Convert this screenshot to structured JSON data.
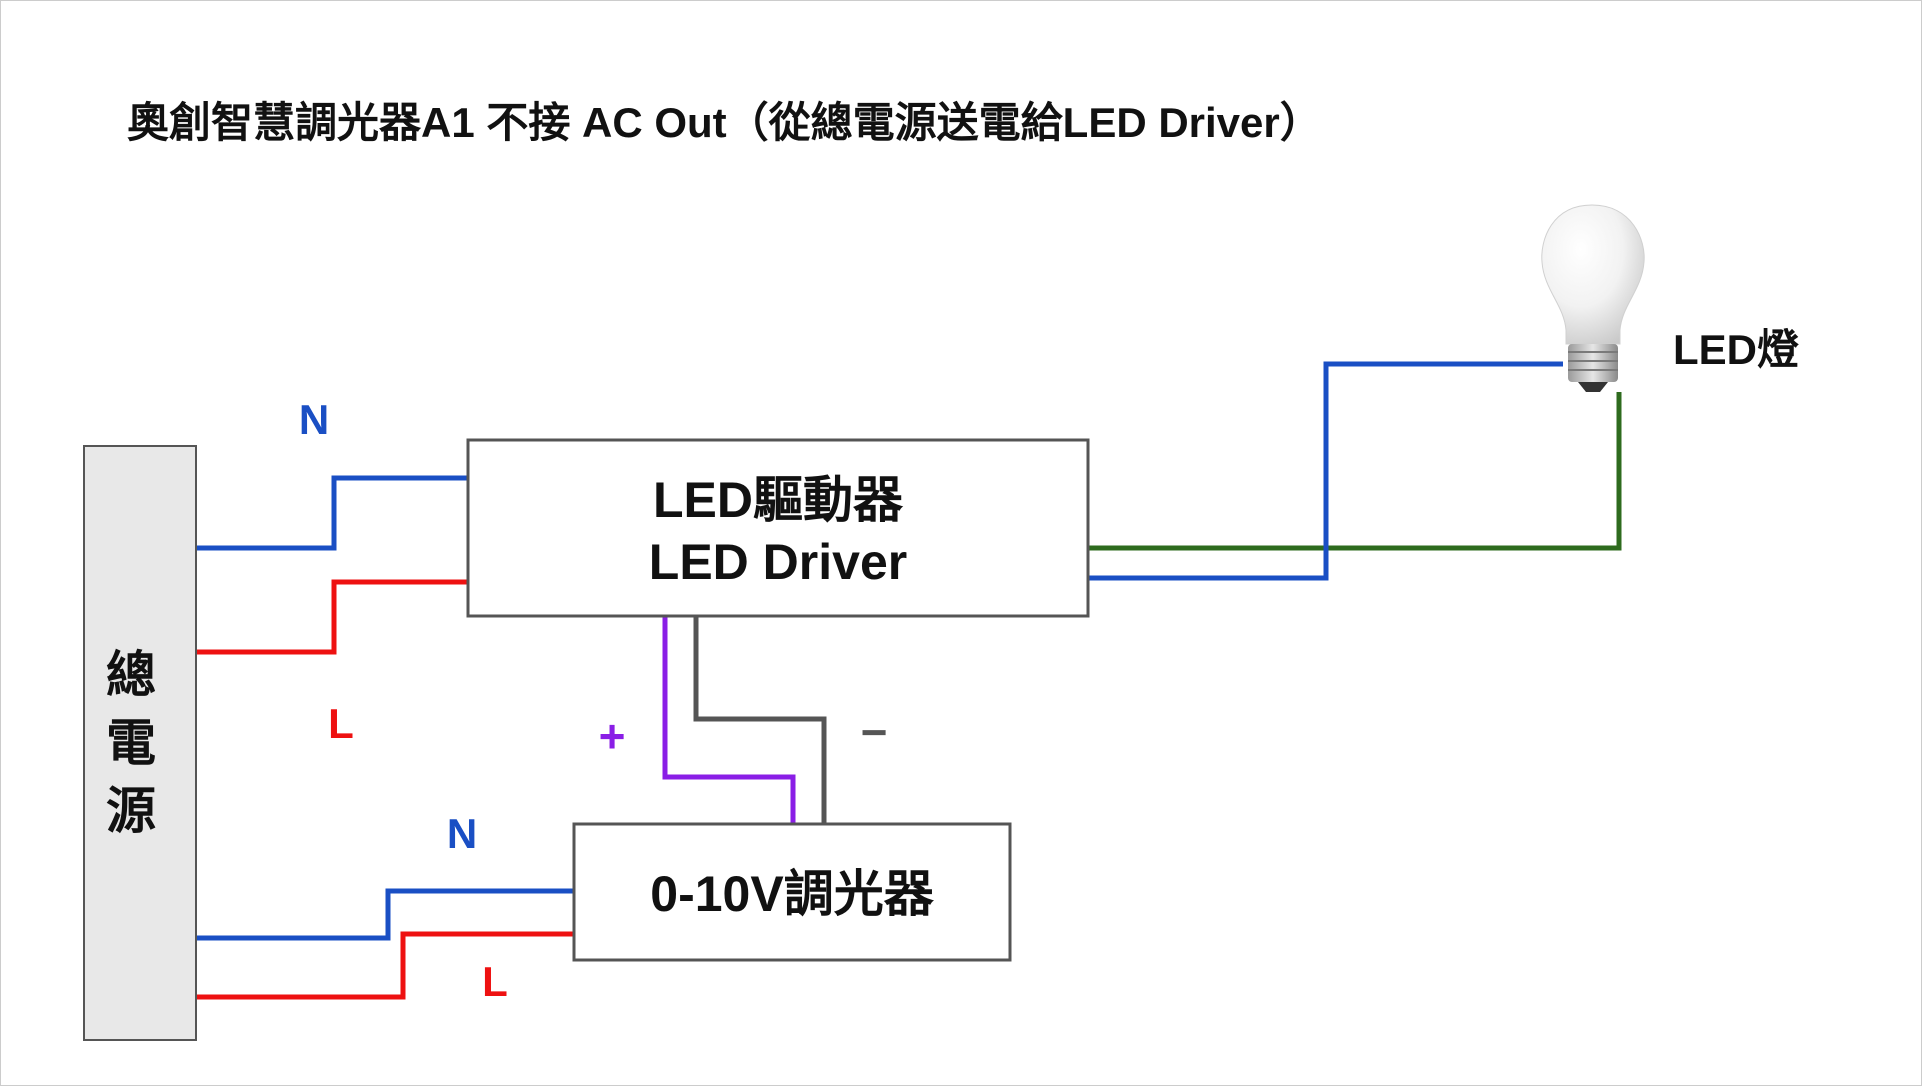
{
  "title": "奧創智慧調光器A1 不接 AC Out（從總電源送電給LED Driver）",
  "power_source": {
    "label_chars": [
      "總",
      "電",
      "源"
    ]
  },
  "driver": {
    "line1": "LED驅動器",
    "line2": "LED Driver"
  },
  "dimmer": {
    "label": "0-10V調光器"
  },
  "lamp": {
    "label": "LED燈"
  },
  "wire_labels": {
    "n_top": "N",
    "l_top": "L",
    "n_bottom": "N",
    "l_bottom": "L",
    "plus": "+",
    "minus": "−"
  },
  "colors": {
    "neutral": "#1a4fc4",
    "live": "#ee1111",
    "dim_plus": "#8a1ee6",
    "dim_minus": "#555555",
    "lamp_wire": "#2e6b1e",
    "box_fill": "#e8e8e8",
    "box_stroke": "#555555"
  }
}
